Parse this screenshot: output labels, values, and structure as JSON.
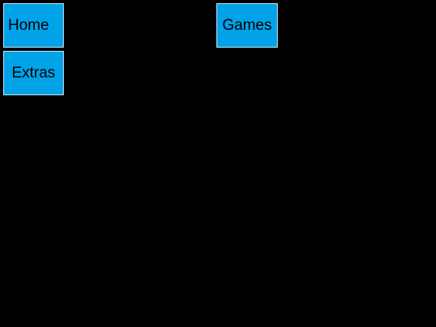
{
  "tiles": {
    "home": "Home",
    "extras": "Extras",
    "games": "Games"
  },
  "colors": {
    "background": "#000000",
    "tile": "#00a2e8",
    "tile_border": "#c8e6f5",
    "text": "#000000"
  }
}
